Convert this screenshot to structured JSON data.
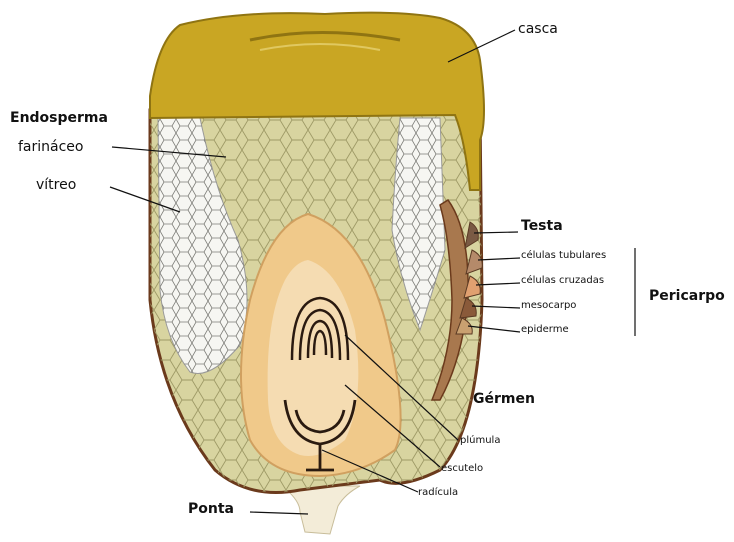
{
  "labels": {
    "casca": "casca",
    "endosperma": "Endosperma",
    "farinaceo": "farináceo",
    "vitreo": "vítreo",
    "testa": "Testa",
    "celulas_tubulares": "células tubulares",
    "celulas_cruzadas": "células cruzadas",
    "mesocarpo": "mesocarpo",
    "epiderme": "epiderme",
    "pericarpo": "Pericarpo",
    "germen": "Gérmen",
    "plumula": "plúmula",
    "escutelo": "escutelo",
    "radicula": "radícula",
    "ponta": "Ponta"
  },
  "colors": {
    "casca": "#c9a623",
    "casca_dark": "#8f7412",
    "farinaceo": "#d8d4a0",
    "vitreo": "#f6f6f2",
    "germ": "#f0c98a",
    "germ_inner": "#f5dcb2",
    "border": "#6b3a1c",
    "pericarp": "#8a5a3a",
    "tip": "#f3ecd8"
  }
}
